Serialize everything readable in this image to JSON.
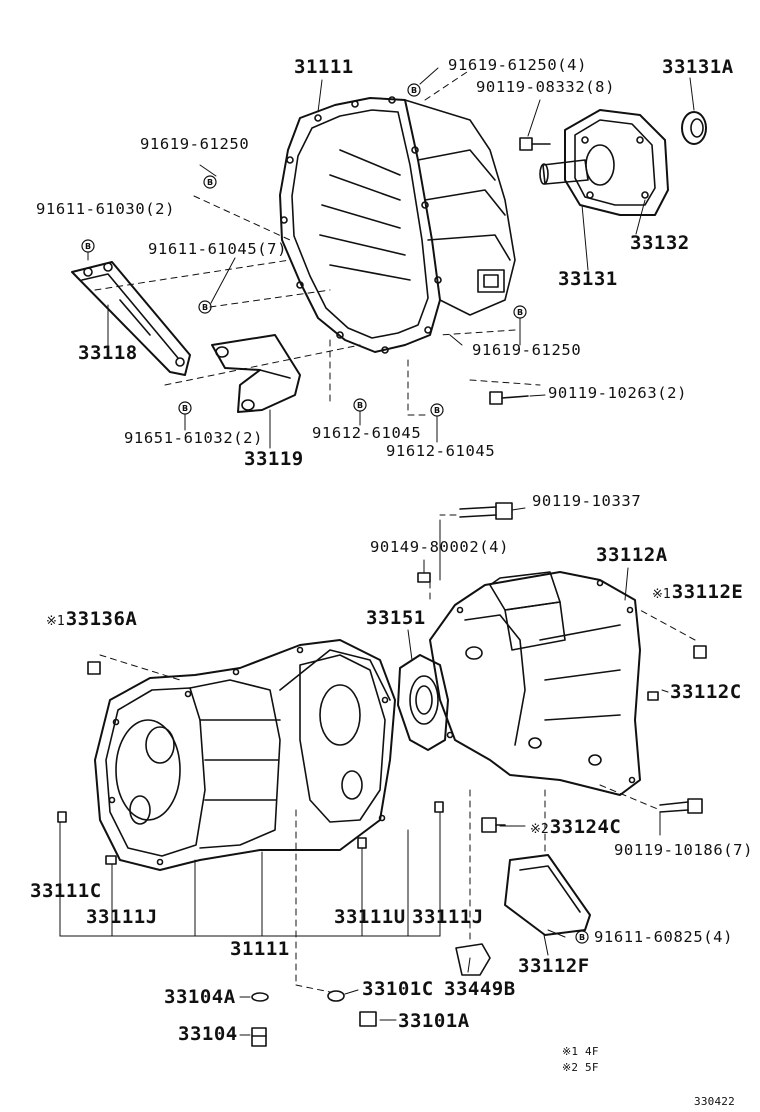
{
  "labels": {
    "p31111_top": "31111",
    "p91619_61250_4": "91619-61250(4)",
    "p33131A": "33131A",
    "p90119_08332_8": "90119-08332(8)",
    "p91619_61250_a": "91619-61250",
    "p91611_61030_2": "91611-61030(2)",
    "p91611_61045_7": "91611-61045(7)",
    "p33132": "33132",
    "p33131": "33131",
    "p33118": "33118",
    "p91619_61250_b": "91619-61250",
    "p90119_10263_2": "90119-10263(2)",
    "p91651_61032_2": "91651-61032(2)",
    "p91612_61045_a": "91612-61045",
    "p91612_61045_b": "91612-61045",
    "p33119": "33119",
    "p90119_10337": "90119-10337",
    "p90149_80002_4": "90149-80002(4)",
    "p33112A": "33112A",
    "p33112E": "33112E",
    "p33112E_mark": "※1",
    "p33136A": "33136A",
    "p33136A_mark": "※1",
    "p33151": "33151",
    "p33112C": "33112C",
    "p33124C": "33124C",
    "p33124C_mark": "※2",
    "p90119_10186_7": "90119-10186(7)",
    "p33111C": "33111C",
    "p33111J_a": "33111J",
    "p33111U": "33111U",
    "p33111J_b": "33111J",
    "p33111_bottom": "31111",
    "p91611_60825_4": "91611-60825(4)",
    "p33112F": "33112F",
    "p33104A": "33104A",
    "p33101C": "33101C",
    "p33449B": "33449B",
    "p33104": "33104",
    "p33101A": "33101A"
  },
  "notes": {
    "note1": "※1 4F",
    "note2": "※2 5F"
  },
  "diagram_id": "330422",
  "bolt_marker_glyph": "B",
  "colors": {
    "ink": "#111111",
    "paper": "#ffffff"
  }
}
